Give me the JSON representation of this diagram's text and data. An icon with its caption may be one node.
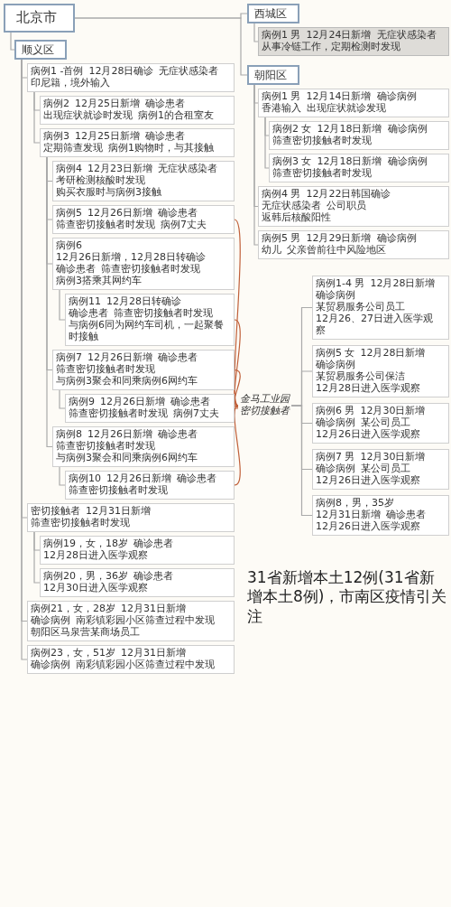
{
  "diagram": {
    "caption": "31省新增本土12例(31省新增本土8例)，市南区疫情引关注",
    "nodes": [
      {
        "text": [
          "北京市"
        ]
      },
      {
        "text": [
          "西城区"
        ]
      },
      {
        "text": [
          "病例1 男",
          "12月24日新增",
          "无症状感染者",
          "从事冷链工作，定期检测时发现"
        ]
      },
      {
        "text": [
          "朝阳区"
        ]
      },
      {
        "text": [
          "病例1 男",
          "12月14日新增",
          "确诊病例",
          "香港输入",
          "出现症状就诊发现"
        ]
      },
      {
        "text": [
          "病例2 女",
          "12月18日新增",
          "确诊病例",
          "筛查密切接触者时发现"
        ]
      },
      {
        "text": [
          "病例3 女",
          "12月18日新增",
          "确诊病例",
          "筛查密切接触者时发现"
        ]
      },
      {
        "text": [
          "病例4 男",
          "12月22日韩国确诊",
          "无症状感染者",
          "公司职员",
          "返韩后核酸阳性"
        ]
      },
      {
        "text": [
          "病例5 男",
          "12月29日新增",
          "确诊病例",
          "幼儿",
          "父亲曾前往中风险地区"
        ]
      },
      {
        "text": [
          "顺义区"
        ]
      },
      {
        "text": [
          "病例1 -首例",
          "12月28日确诊",
          "无症状感染者",
          "印尼籍，境外输入"
        ]
      },
      {
        "text": [
          "病例2",
          "12月25日新增",
          "确诊患者",
          "出现症状就诊时发现",
          "病例1的合租室友"
        ]
      },
      {
        "text": [
          "病例3",
          "12月25日新增",
          "确诊患者",
          "定期筛查发现",
          "病例1购物时，与其接触"
        ]
      },
      {
        "text": [
          "病例4",
          "12月23日新增",
          "无症状感染者",
          "考研检测核酸时发现",
          "购买衣服时与病例3接触"
        ]
      },
      {
        "text": [
          "病例5",
          "12月26日新增",
          "确诊患者",
          "筛查密切接触者时发现",
          "病例7丈夫"
        ]
      },
      {
        "text": [
          "病例6",
          "12月26日新增，12月28日转确诊",
          "确诊患者",
          "筛查密切接触者时发现",
          "病例3搭乘其网约车"
        ]
      },
      {
        "text": [
          "病例11",
          "12月28日转确诊",
          "确诊患者",
          "筛查密切接触者时发现",
          "与病例6同为网约车司机，一起聚餐时接触"
        ]
      },
      {
        "text": [
          "病例7",
          "12月26日新增",
          "确诊患者",
          "筛查密切接触者时发现",
          "与病例3聚会和同乘病例6网约车"
        ]
      },
      {
        "text": [
          "病例9",
          "12月26日新增",
          "确诊患者",
          "筛查密切接触者时发现",
          "病例7丈夫"
        ]
      },
      {
        "text": [
          "病例8",
          "12月26日新增",
          "确诊患者",
          "筛查密切接触者时发现",
          "与病例3聚会和同乘病例6网约车"
        ]
      },
      {
        "text": [
          "病例10",
          "12月26日新增",
          "确诊患者",
          "筛查密切接触者时发现"
        ]
      },
      {
        "text": [
          "密切接触者",
          "12月31日新增",
          "筛查密切接触者时发现"
        ]
      },
      {
        "text": [
          "病例19，女，18岁",
          "确诊患者",
          "12月28日进入医学观察"
        ]
      },
      {
        "text": [
          "病例20，男，36岁",
          "确诊患者",
          "12月30日进入医学观察"
        ]
      },
      {
        "text": [
          "病例21，女，28岁",
          "12月31日新增",
          "确诊病例",
          "南彩镇彩园小区筛查过程中发现",
          "朝阳区马泉营某商场员工"
        ]
      },
      {
        "text": [
          "病例23，女，51岁",
          "12月31日新增",
          "确诊病例",
          "南彩镇彩园小区筛查过程中发现"
        ]
      },
      {
        "text": [
          "金马工业园",
          "密切接触者"
        ]
      },
      {
        "text": [
          "病例1-4 男",
          "12月28日新增",
          "确诊病例",
          "某贸易服务公司员工",
          "12月26、27日进入医学观察"
        ]
      },
      {
        "text": [
          "病例5 女",
          "12月28日新增",
          "确诊病例",
          "某贸易服务公司保洁",
          "12月28日进入医学观察"
        ]
      },
      {
        "text": [
          "病例6 男",
          "12月30日新增",
          "确诊病例",
          "某公司员工",
          "12月26日进入医学观察"
        ]
      },
      {
        "text": [
          "病例7 男",
          "12月30日新增",
          "确诊病例",
          "某公司员工",
          "12月26日进入医学观察"
        ]
      },
      {
        "text": [
          "病例8，男，35岁",
          "12月31日新增",
          "确诊患者",
          "12月26日进入医学观察"
        ]
      }
    ],
    "edges": [
      {
        "from": 0,
        "to": 1,
        "arrow": "none"
      },
      {
        "from": 1,
        "to": 2,
        "arrow": "none"
      },
      {
        "from": 0,
        "to": 3,
        "arrow": "none"
      },
      {
        "from": 3,
        "to": 4,
        "arrow": "none"
      },
      {
        "from": 4,
        "to": 5,
        "arrow": "none"
      },
      {
        "from": 4,
        "to": 6,
        "arrow": "none"
      },
      {
        "from": 3,
        "to": 7,
        "arrow": "none"
      },
      {
        "from": 3,
        "to": 8,
        "arrow": "none"
      },
      {
        "from": 0,
        "to": 9,
        "arrow": "none"
      },
      {
        "from": 9,
        "to": 10,
        "arrow": "none"
      },
      {
        "from": 10,
        "to": 11,
        "arrow": "none"
      },
      {
        "from": 10,
        "to": 12,
        "arrow": "none"
      },
      {
        "from": 12,
        "to": 13,
        "arrow": "none"
      },
      {
        "from": 12,
        "to": 14,
        "arrow": "none"
      },
      {
        "from": 12,
        "to": 15,
        "arrow": "none"
      },
      {
        "from": 15,
        "to": 16,
        "arrow": "none"
      },
      {
        "from": 12,
        "to": 17,
        "arrow": "none"
      },
      {
        "from": 17,
        "to": 18,
        "arrow": "none"
      },
      {
        "from": 12,
        "to": 19,
        "arrow": "none"
      },
      {
        "from": 19,
        "to": 20,
        "arrow": "none"
      },
      {
        "from": 9,
        "to": 21,
        "arrow": "none"
      },
      {
        "from": 21,
        "to": 22,
        "arrow": "none"
      },
      {
        "from": 21,
        "to": 23,
        "arrow": "none"
      },
      {
        "from": 9,
        "to": 24,
        "arrow": "none"
      },
      {
        "from": 9,
        "to": 25,
        "arrow": "none"
      },
      {
        "from": 14,
        "to": 26,
        "arrow": "none",
        "color": "#c0603a"
      },
      {
        "from": 16,
        "to": 26,
        "arrow": "none",
        "color": "#c0603a"
      },
      {
        "from": 17,
        "to": 26,
        "arrow": "none",
        "color": "#c0603a"
      },
      {
        "from": 18,
        "to": 26,
        "arrow": "none",
        "color": "#c0603a"
      },
      {
        "from": 20,
        "to": 26,
        "arrow": "none",
        "color": "#c0603a"
      },
      {
        "from": 26,
        "to": 27,
        "arrow": "none"
      },
      {
        "from": 26,
        "to": 28,
        "arrow": "none"
      },
      {
        "from": 26,
        "to": 29,
        "arrow": "none"
      },
      {
        "from": 26,
        "to": 30,
        "arrow": "none"
      },
      {
        "from": 26,
        "to": 31,
        "arrow": "none"
      }
    ]
  }
}
